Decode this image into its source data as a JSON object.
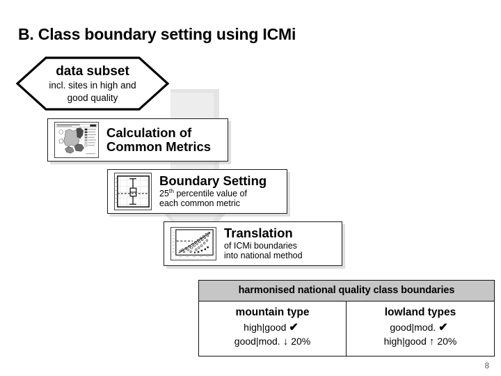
{
  "slide": {
    "title": "B. Class boundary setting using ICMi",
    "page_number": "8",
    "background_color": "#ffffff",
    "watermark_color": "#e2e2e2",
    "header_fill": "#c6c6c6"
  },
  "start_node": {
    "shape": "hexagon",
    "title": "data subset",
    "line1": "incl. sites in high and",
    "line2": "good quality"
  },
  "steps": [
    {
      "id": "calculation",
      "title": "Calculation of",
      "title2": "Common Metrics",
      "subtitle_lines": [],
      "thumbnail": "europe-map-thumbnail"
    },
    {
      "id": "boundary",
      "title": "Boundary Setting",
      "subtitle_lines": [
        "percentile value of",
        "each common metric"
      ],
      "subtitle_prefix": "25",
      "subtitle_sup": "th",
      "thumbnail": "boxplot-thumbnail"
    },
    {
      "id": "translation",
      "title": "Translation",
      "subtitle_lines": [
        "of ICMi boundaries",
        "into national method"
      ],
      "thumbnail": "scatterplot-thumbnail"
    }
  ],
  "result_table": {
    "header": "harmonised national quality class boundaries",
    "columns": [
      {
        "title": "mountain type",
        "rows": [
          {
            "label": "high|good",
            "mark": "✔",
            "value": ""
          },
          {
            "label": "good|mod.",
            "mark": "↓",
            "value": "20%"
          }
        ]
      },
      {
        "title": "lowland types",
        "rows": [
          {
            "label": "good|mod.",
            "mark": "✔",
            "value": ""
          },
          {
            "label": "high|good",
            "mark": "↑",
            "value": "20%"
          }
        ]
      }
    ]
  }
}
